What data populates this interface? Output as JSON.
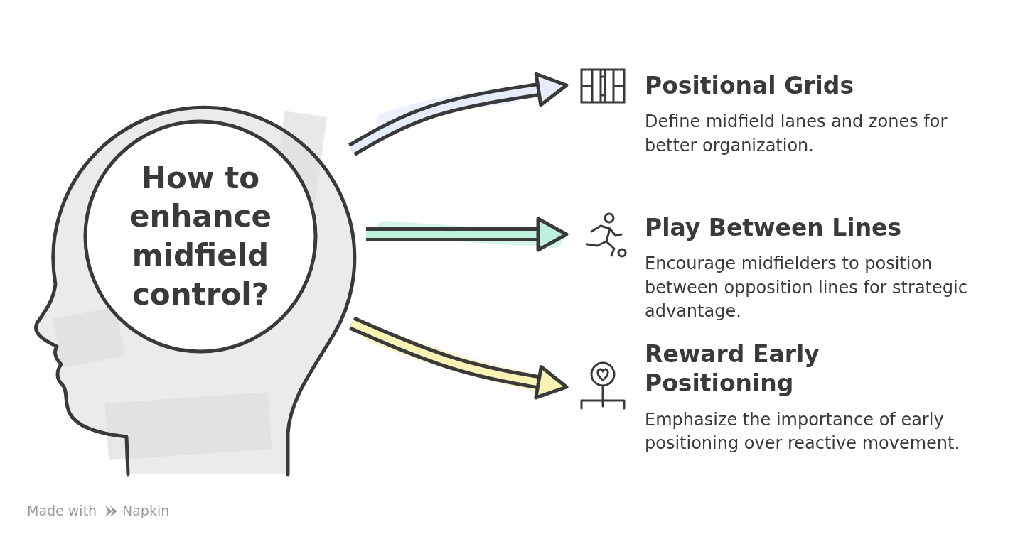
{
  "diagram": {
    "nodes": [
      {
        "text": [
          "How to enhance midfield control?"
        ]
      },
      {
        "text": [
          "Positional Grids",
          "Define midfield lanes and zones for better organization."
        ]
      },
      {
        "text": [
          "Play Between Lines",
          "Encourage midfielders to position between opposition lines for strategic advantage."
        ]
      },
      {
        "text": [
          "Reward Early Positioning",
          "Emphasize the importance of early positioning over reactive movement."
        ]
      }
    ],
    "edges": [
      {
        "from": 0,
        "to": 1,
        "arrow": "to"
      },
      {
        "from": 0,
        "to": 2,
        "arrow": "to"
      },
      {
        "from": 0,
        "to": 3,
        "arrow": "to"
      }
    ],
    "labels": [
      "Made with",
      "Napkin"
    ]
  }
}
